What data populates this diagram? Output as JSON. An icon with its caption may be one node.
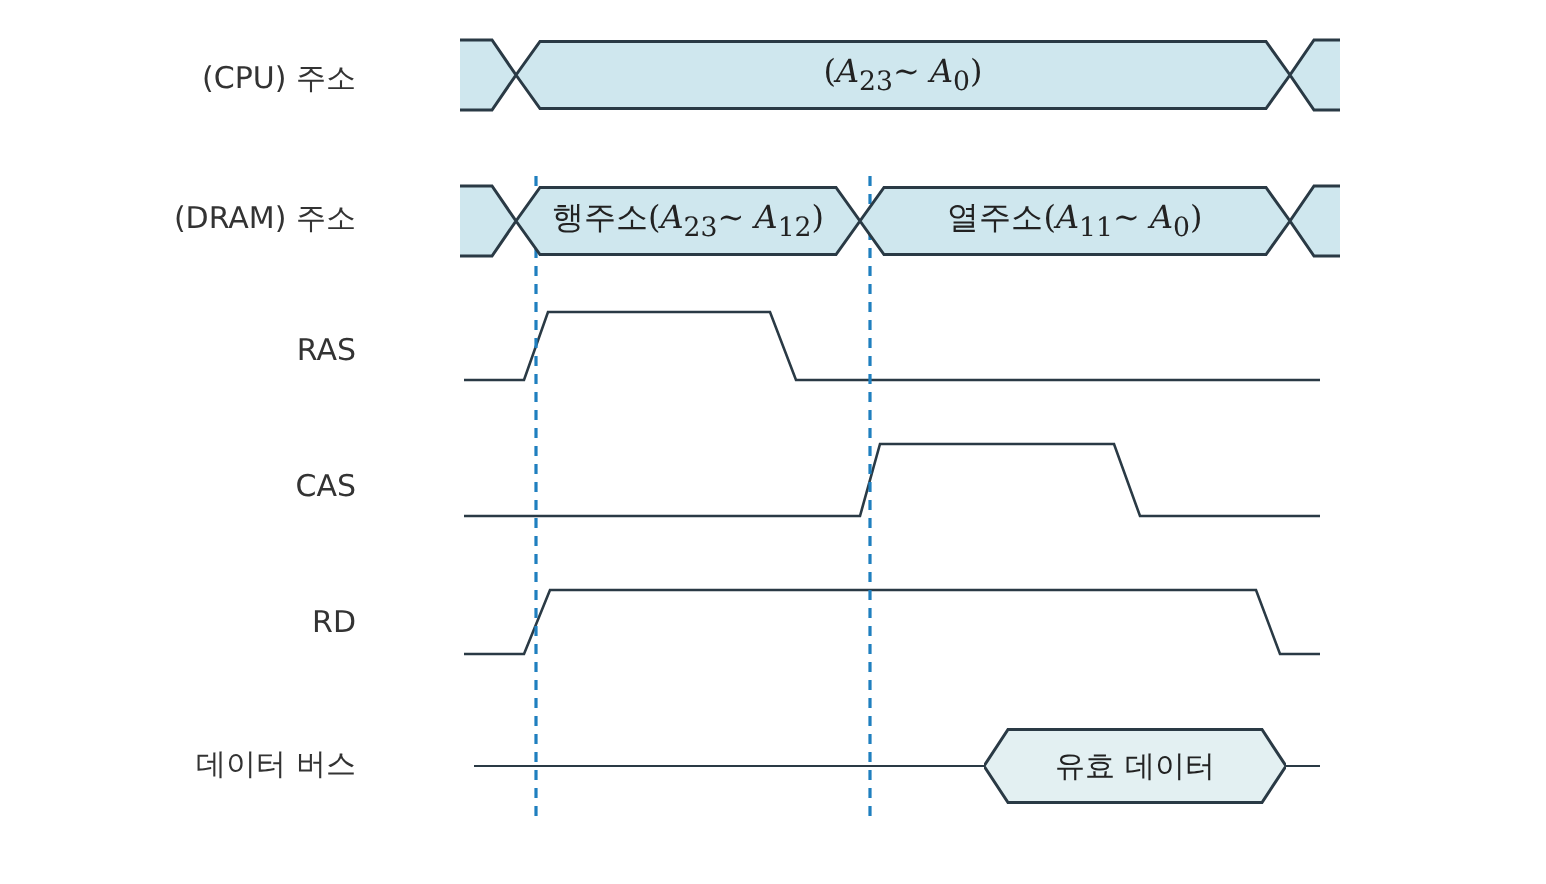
{
  "diagram": {
    "nodes": [
      {
        "text": [
          "(*A*$_{23}$~ *A*$_{0}$)"
        ]
      },
      {
        "text": [
          "행주소(*A*$_{23}$~ *A*$_{12}$)"
        ]
      },
      {
        "text": [
          "열주소(*A*$_{11}$~ *A*$_{0}$)"
        ]
      },
      {
        "text": [
          "유효 데이터"
        ]
      }
    ],
    "labels": [
      "(CPU) 주소",
      "(DRAM) 주소",
      "RAS",
      "CAS",
      "RD",
      "데이터 버스"
    ]
  }
}
